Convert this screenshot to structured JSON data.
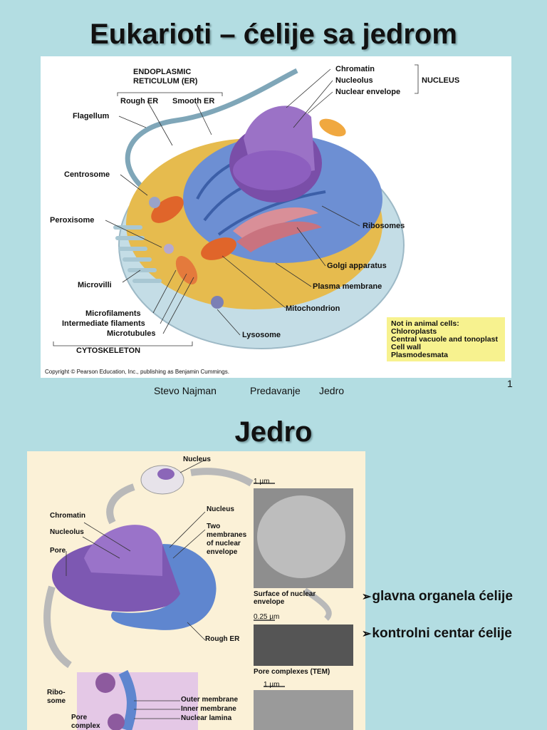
{
  "slide1": {
    "title": "Eukarioti – ćelije sa jedrom",
    "labels": {
      "er_heading_1": "ENDOPLASMIC",
      "er_heading_2": "RETICULUM (ER)",
      "rough_er": "Rough ER",
      "smooth_er": "Smooth ER",
      "flagellum": "Flagellum",
      "centrosome": "Centrosome",
      "peroxisome": "Peroxisome",
      "microvilli": "Microvilli",
      "microfilaments": "Microfilaments",
      "intermediate_filaments": "Intermediate filaments",
      "microtubules": "Microtubules",
      "cytoskeleton": "CYTOSKELETON",
      "chromatin": "Chromatin",
      "nucleolus": "Nucleolus",
      "nuclear_envelope": "Nuclear envelope",
      "nucleus_group": "NUCLEUS",
      "ribosomes": "Ribosomes",
      "golgi": "Golgi apparatus",
      "plasma_membrane": "Plasma membrane",
      "mitochondrion": "Mitochondrion",
      "lysosome": "Lysosome"
    },
    "note": {
      "heading": "Not in animal cells:",
      "items": [
        "Chloroplasts",
        "Central vacuole and tonoplast",
        "Cell wall",
        "Plasmodesmata"
      ]
    },
    "copyright": "Copyright © Pearson Education, Inc., publishing as Benjamin Cummings.",
    "footer": {
      "author": "Stevo Najman",
      "type": "Predavanje",
      "topic": "Jedro",
      "page": "1"
    }
  },
  "slide2": {
    "title": "Jedro",
    "labels": {
      "nucleus_top": "Nucleus",
      "chromatin": "Chromatin",
      "nucleolus": "Nucleolus",
      "pore": "Pore",
      "nucleus": "Nucleus",
      "two_membranes_1": "Two",
      "two_membranes_2": "membranes",
      "two_membranes_3": "of nuclear",
      "two_membranes_4": "envelope",
      "rough_er": "Rough ER",
      "scale_1um_a": "1 µm",
      "surface_1": "Surface of nuclear",
      "surface_2": "envelope",
      "scale_025um": "0.25 µm",
      "pore_complexes": "Pore complexes (TEM)",
      "scale_1um_b": "1 µm",
      "ribosome_1": "Ribo-",
      "ribosome_2": "some",
      "pore_complex_1": "Pore",
      "pore_complex_2": "complex",
      "outer_membrane": "Outer membrane",
      "inner_membrane": "Inner membrane",
      "nuclear_lamina": "Nuclear lamina"
    },
    "bullets": [
      "glavna organela ćelije",
      "kontrolni centar ćelije"
    ]
  }
}
